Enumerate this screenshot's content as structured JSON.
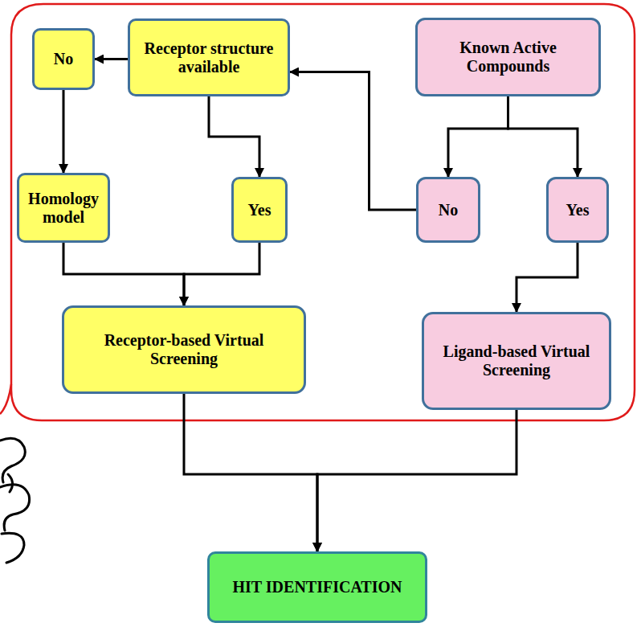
{
  "diagram": {
    "nodes": [
      {
        "text": [
          "No"
        ]
      },
      {
        "text": [
          "Receptor structure available"
        ]
      },
      {
        "text": [
          "Known Active Compounds"
        ]
      },
      {
        "text": [
          "Homology model"
        ]
      },
      {
        "text": [
          "Yes"
        ]
      },
      {
        "text": [
          "No"
        ]
      },
      {
        "text": [
          "Yes"
        ]
      },
      {
        "text": [
          "Receptor-based Virtual Screening"
        ]
      },
      {
        "text": [
          "Ligand-based Virtual Screening"
        ]
      },
      {
        "text": [
          "HIT IDENTIFICATION"
        ]
      }
    ],
    "edges": [
      {
        "from": 1,
        "to": 0,
        "arrow": "to"
      },
      {
        "from": 0,
        "to": 3,
        "arrow": "to"
      },
      {
        "from": 1,
        "to": 4,
        "arrow": "to"
      },
      {
        "from": 3,
        "to": 7,
        "arrow": "to"
      },
      {
        "from": 4,
        "to": 7,
        "arrow": "to"
      },
      {
        "from": 2,
        "to": 5,
        "arrow": "to"
      },
      {
        "from": 2,
        "to": 6,
        "arrow": "to"
      },
      {
        "from": 5,
        "to": 1,
        "arrow": "to"
      },
      {
        "from": 6,
        "to": 8,
        "arrow": "to"
      },
      {
        "from": 7,
        "to": 9,
        "arrow": "to"
      },
      {
        "from": 8,
        "to": 9,
        "arrow": "to"
      }
    ]
  }
}
